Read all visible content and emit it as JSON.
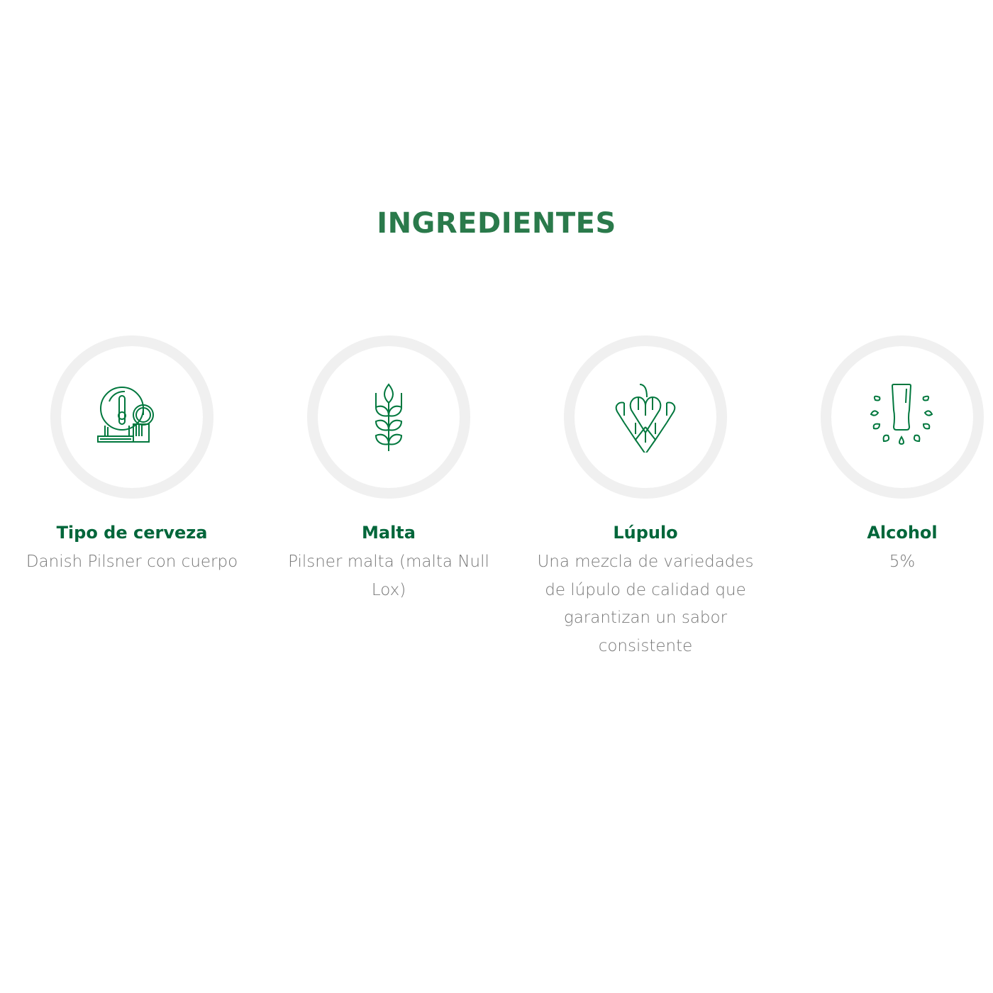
{
  "section": {
    "title": "INGREDIENTES"
  },
  "accent_color": "#00663a",
  "items": [
    {
      "icon": "beer-keg-icon",
      "label": "Tipo de cerveza",
      "description": "Danish Pilsner con cuerpo"
    },
    {
      "icon": "wheat-icon",
      "label": "Malta",
      "description": "Pilsner malta (malta Null Lox)"
    },
    {
      "icon": "hop-icon",
      "label": "Lúpulo",
      "description": "Una mezcla de variedades de lúpulo de calidad que garantizan un sabor consistente"
    },
    {
      "icon": "beer-glass-icon",
      "label": "Alcohol",
      "description": "5%"
    }
  ]
}
